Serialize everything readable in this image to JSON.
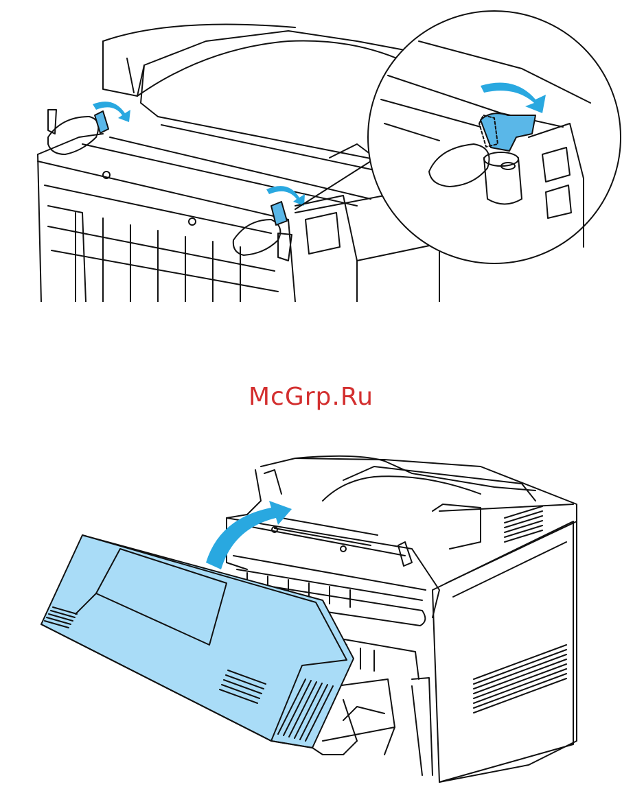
{
  "watermark": {
    "text": "McGrp.Ru",
    "color": "#d32f2f"
  },
  "colors": {
    "line": "#111111",
    "highlight": "#5ab7e8",
    "cover_fill": "#a9dcf7",
    "arrow": "#29a8e0"
  },
  "illustrations": [
    {
      "name": "fuser-unit-release-levers",
      "icons": [
        "printer-fuser-icon",
        "lever-icon",
        "rotate-arrow-icon",
        "magnifier-callout-icon"
      ]
    },
    {
      "name": "close-back-cover",
      "icons": [
        "printer-back-icon",
        "back-cover-icon",
        "close-arrow-icon"
      ]
    }
  ]
}
